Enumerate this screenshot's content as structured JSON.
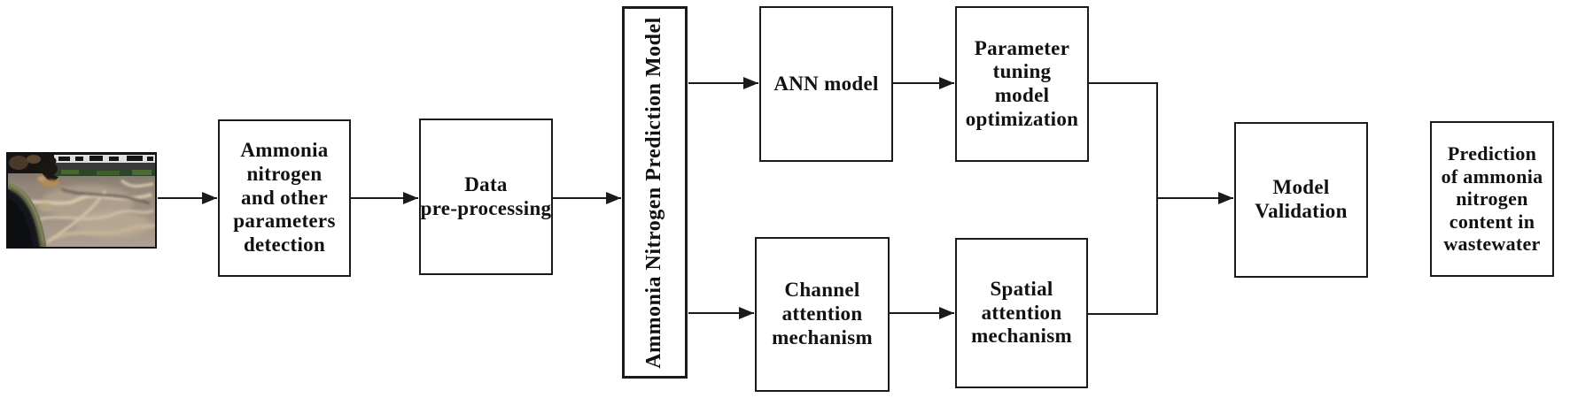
{
  "title": "Ammonia nitrogen prediction model flow diagram",
  "colors": {
    "background": "#ffffff",
    "line": "#1a1a1a",
    "text": "#111111"
  },
  "photo": {
    "name": "wastewater-aeration-basin-photo"
  },
  "nodes": {
    "detection": {
      "label": "Ammonia nitrogen and other parameters detection",
      "lines": [
        "Ammonia",
        "nitrogen",
        "and other",
        "parameters",
        "detection"
      ]
    },
    "preprocessing": {
      "label": "Data pre-processing",
      "lines": [
        "Data",
        "pre-processing"
      ]
    },
    "model": {
      "label": "Ammonia Nitrogen Prediction Model"
    },
    "ann": {
      "label": "ANN model",
      "lines": [
        "ANN model"
      ]
    },
    "param_tuning": {
      "label": "Parameter tuning model optimization",
      "lines": [
        "Parameter",
        "tuning",
        "model",
        "optimization"
      ]
    },
    "channel_attention": {
      "label": "Channel attention mechanism",
      "lines": [
        "Channel",
        "attention",
        "mechanism"
      ]
    },
    "spatial_attention": {
      "label": "Spatial attention mechanism",
      "lines": [
        "Spatial",
        "attention",
        "mechanism"
      ]
    },
    "validation": {
      "label": "Model Validation",
      "lines": [
        "Model",
        "Validation"
      ]
    },
    "prediction": {
      "label": "Prediction of ammonia nitrogen content in wastewater",
      "lines": [
        "Prediction",
        "of ammonia",
        "nitrogen",
        "content in",
        "wastewater"
      ]
    }
  },
  "edges": [
    {
      "from": "wastewater-photo",
      "to": "detection"
    },
    {
      "from": "detection",
      "to": "preprocessing"
    },
    {
      "from": "preprocessing",
      "to": "model"
    },
    {
      "from": "model",
      "to": "ann"
    },
    {
      "from": "ann",
      "to": "param_tuning"
    },
    {
      "from": "model",
      "to": "channel_attention"
    },
    {
      "from": "channel_attention",
      "to": "spatial_attention"
    },
    {
      "from": "param_tuning",
      "to": "validation"
    },
    {
      "from": "spatial_attention",
      "to": "validation"
    }
  ]
}
